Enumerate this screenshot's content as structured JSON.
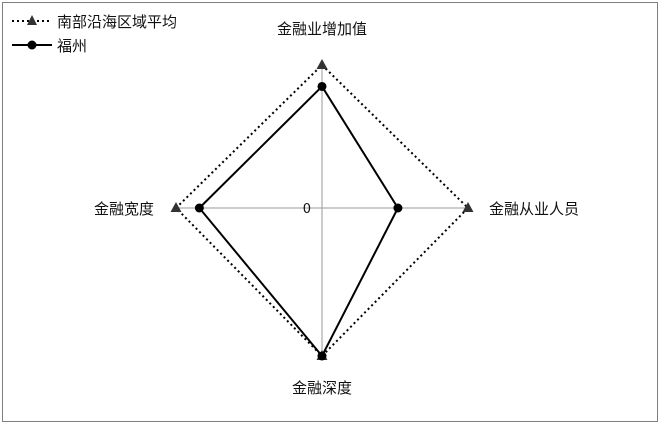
{
  "chart_data": {
    "type": "radar",
    "axes": [
      "金融业增加值",
      "金融从业人员",
      "金融深度",
      "金融宽度"
    ],
    "center_label": "0",
    "series": [
      {
        "name": "南部沿海区域平均",
        "values": [
          1.0,
          1.0,
          1.0,
          1.0
        ],
        "style": "dotted",
        "marker": "triangle",
        "color": "#000000"
      },
      {
        "name": "福州",
        "values": [
          0.85,
          0.52,
          1.0,
          0.84
        ],
        "style": "solid",
        "marker": "circle",
        "color": "#000000"
      }
    ],
    "legend_position": "top-left",
    "grid": true
  }
}
